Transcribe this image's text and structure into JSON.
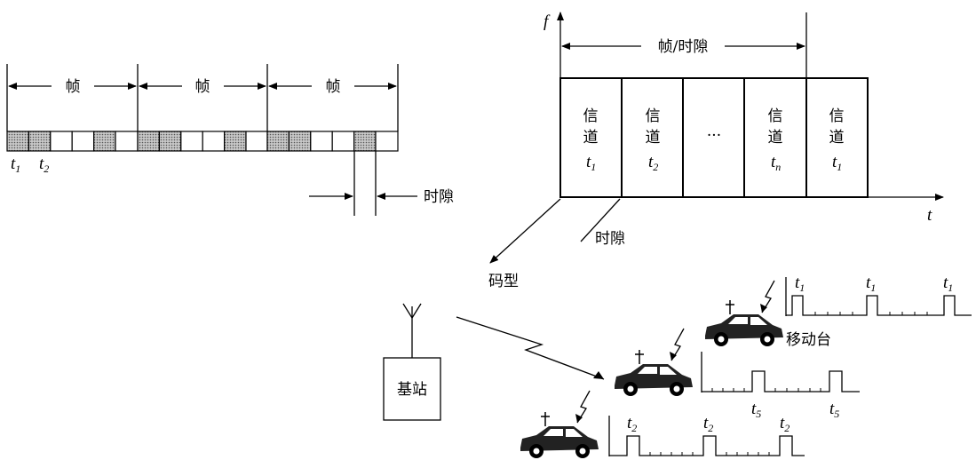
{
  "frame_strip": {
    "frame_label": "帧",
    "slot_label": "时隙",
    "t1": "t",
    "t1_sub": "1",
    "t2": "t",
    "t2_sub": "2"
  },
  "channel_diagram": {
    "f_axis": "f",
    "t_axis": "t",
    "frame_slot_label": "帧/时隙",
    "slot_label": "时隙",
    "code_label": "码型",
    "ellipsis": "···",
    "channels": [
      {
        "line1": "信",
        "line2": "道",
        "var": "t",
        "sub": "1"
      },
      {
        "line1": "信",
        "line2": "道",
        "var": "t",
        "sub": "2"
      },
      {
        "line1": "",
        "line2": "",
        "var": "",
        "sub": ""
      },
      {
        "line1": "信",
        "line2": "道",
        "var": "t",
        "sub": "n"
      },
      {
        "line1": "信",
        "line2": "道",
        "var": "t",
        "sub": "1"
      }
    ]
  },
  "network": {
    "base_station": "基站",
    "mobile_label": "移动台",
    "train_top": {
      "var": "t",
      "sub": "1"
    },
    "train_mid": {
      "var": "t",
      "sub": "5"
    },
    "train_bottom": {
      "var": "t",
      "sub": "2"
    }
  }
}
